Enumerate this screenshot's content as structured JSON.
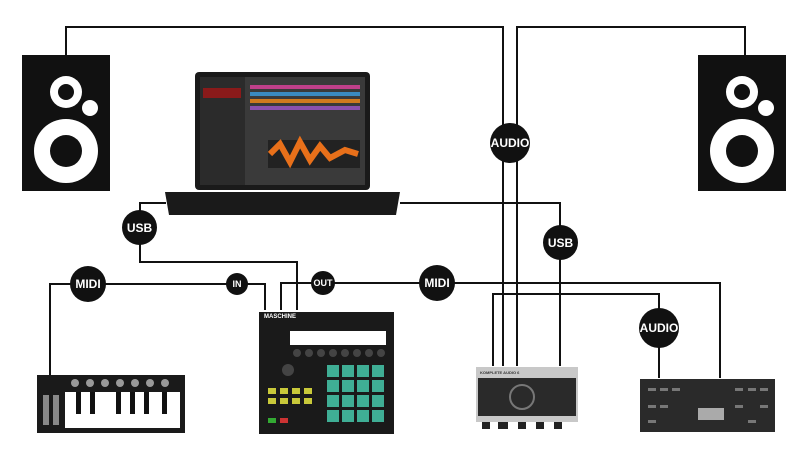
{
  "badges": {
    "audio_1": "AUDIO",
    "audio_2": "AUDIO",
    "usb_1": "USB",
    "usb_2": "USB",
    "midi_1": "MIDI",
    "midi_2": "MIDI",
    "in": "IN",
    "out": "OUT"
  },
  "devices": {
    "controller_brand": "MASCHINE",
    "interface_brand": "KOMPLETE AUDIO 6"
  },
  "colors": {
    "cable": "#111111",
    "pad": "#3fae95",
    "pad_yellow": "#c9c93a"
  }
}
